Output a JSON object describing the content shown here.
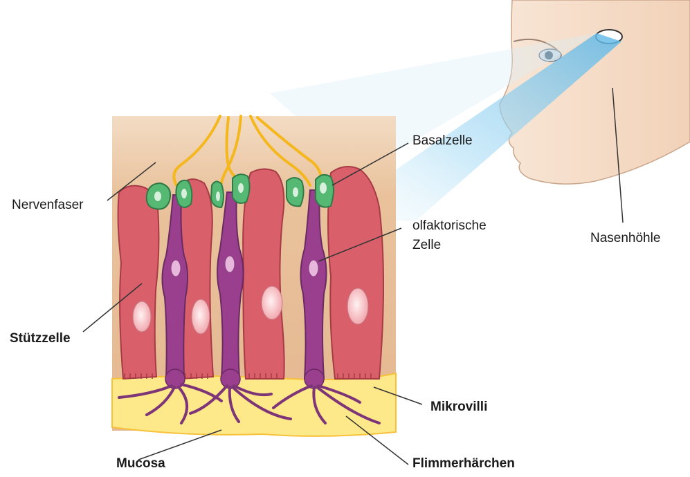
{
  "labels": {
    "nervenfaser": "Nervenfaser",
    "basalzelle": "Basalzelle",
    "olfaktorische_line1": "olfaktorische",
    "olfaktorische_line2": "Zelle",
    "nasenhoehle": "Nasenhöhle",
    "stuetzzelle": "Stützzelle",
    "mikrovilli": "Mikrovilli",
    "mucosa": "Mucosa",
    "flimmerhaerchen": "Flimmerhärchen"
  },
  "colors": {
    "support_cell": "#d9606b",
    "olfactory_cell": "#9a3f8e",
    "basal_cell": "#55b873",
    "nerve_fiber": "#f4b71e",
    "mucus": "#fde88a",
    "tissue_background": "#ecc9a4",
    "nose_skin": "#f5dcc8",
    "light_cone": "#9ad4f2"
  }
}
